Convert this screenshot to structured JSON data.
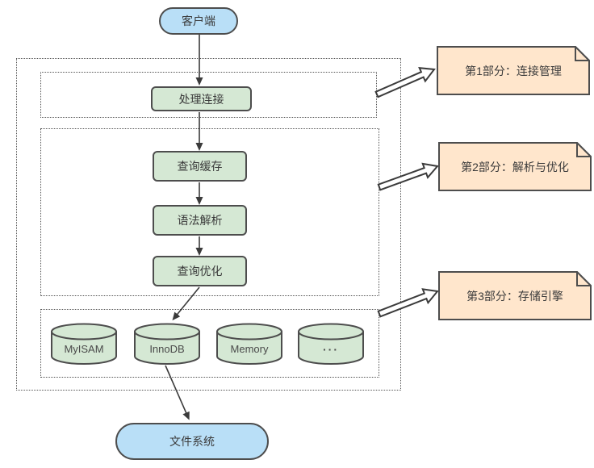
{
  "nodes": {
    "client": "客户端",
    "handle_connection": "处理连接",
    "query_cache": "查询缓存",
    "syntax_parser": "语法解析",
    "query_optimizer": "查询优化",
    "file_system": "文件系统"
  },
  "storage_engines": [
    {
      "label": "MyISAM"
    },
    {
      "label": "InnoDB"
    },
    {
      "label": "Memory"
    },
    {
      "label": "···"
    }
  ],
  "notes": [
    {
      "label": "第1部分：连接管理"
    },
    {
      "label": "第2部分：解析与优化"
    },
    {
      "label": "第3部分：存储引擎"
    }
  ],
  "colors": {
    "client_fill": "#b9dff7",
    "process_fill": "#d5e8d4",
    "note_fill": "#ffe6cc",
    "border": "#4d4d4d",
    "arrow": "#3b3b3b",
    "text": "#3b3b3b"
  }
}
